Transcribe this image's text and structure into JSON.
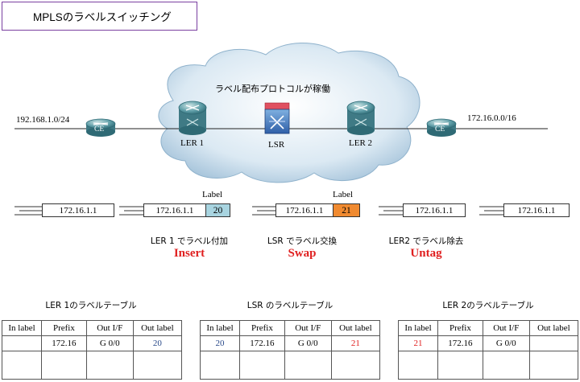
{
  "title": "MPLSのラベルスイッチング",
  "cloud_label": "ラベル配布プロトコルが稼働",
  "networks": {
    "left": "192.168.1.0/24",
    "right": "172.16.0.0/16"
  },
  "devices": {
    "ce": "CE",
    "ler1": "LER 1",
    "lsr": "LSR",
    "ler2": "LER 2"
  },
  "packets": {
    "dest": "172.16.1.1",
    "label_caption": "Label",
    "label_after_insert": "20",
    "label_after_swap": "21",
    "colors": {
      "insert_label": "#a8d4e0",
      "swap_label": "#f08a30"
    }
  },
  "operations": [
    {
      "jp": "LER 1 でラベル付加",
      "en": "Insert"
    },
    {
      "jp": "LSR でラベル交換",
      "en": "Swap"
    },
    {
      "jp": "LER2 でラベル除去",
      "en": "Untag"
    }
  ],
  "tables": [
    {
      "title": "LER 1のラベルテーブル",
      "headers": [
        "In label",
        "Prefix",
        "Out I/F",
        "Out label"
      ],
      "row": [
        "",
        "172.16",
        "G 0/0",
        "20"
      ]
    },
    {
      "title": "LSR のラベルテーブル",
      "headers": [
        "In label",
        "Prefix",
        "Out I/F",
        "Out label"
      ],
      "row": [
        "20",
        "172.16",
        "G 0/0",
        "21"
      ]
    },
    {
      "title": "LER 2のラベルテーブル",
      "headers": [
        "In label",
        "Prefix",
        "Out I/F",
        "Out label"
      ],
      "row": [
        "21",
        "172.16",
        "G 0/0",
        ""
      ]
    }
  ]
}
